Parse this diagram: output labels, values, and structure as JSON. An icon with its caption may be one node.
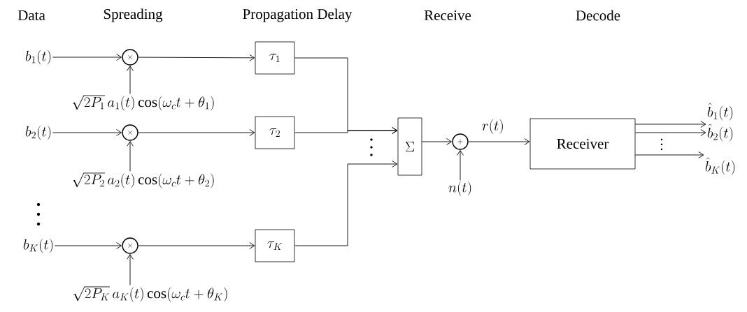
{
  "diagram": {
    "nodes": [
      {
        "text": [
          "b_1(t)"
        ]
      },
      {
        "text": [
          "\\times"
        ]
      },
      {
        "text": [
          "\\sqrt{2P_1}\\,a_1(t)\\cos(\\omega_c t+\\theta_1)"
        ]
      },
      {
        "text": [
          "\\tau_1"
        ]
      },
      {
        "text": [
          "b_2(t)"
        ]
      },
      {
        "text": [
          "\\times"
        ]
      },
      {
        "text": [
          "\\sqrt{2P_2}\\,a_2(t)\\cos(\\omega_c t+\\theta_2)"
        ]
      },
      {
        "text": [
          "\\tau_2"
        ]
      },
      {
        "text": [
          "b_K(t)"
        ]
      },
      {
        "text": [
          "\\times"
        ]
      },
      {
        "text": [
          "\\sqrt{2P_K}\\,a_K(t)\\cos(\\omega_c t+\\theta_K)"
        ]
      },
      {
        "text": [
          "\\tau_K"
        ]
      },
      {
        "text": [
          "\\Sigma"
        ]
      },
      {
        "text": [
          "+"
        ]
      },
      {
        "text": [
          "n(t)"
        ]
      },
      {
        "text": [
          "Receiver"
        ]
      },
      {
        "text": [
          "\\hat{b}_1(t)"
        ]
      },
      {
        "text": [
          "\\hat{b}_2(t)"
        ]
      },
      {
        "text": [
          "\\hat{b}_K(t)"
        ]
      }
    ],
    "edges": [
      {
        "from": 0,
        "to": 1,
        "arrow": "to"
      },
      {
        "from": 2,
        "to": 1,
        "arrow": "to"
      },
      {
        "from": 1,
        "to": 3,
        "arrow": "to"
      },
      {
        "from": 3,
        "to": 12,
        "arrow": "to"
      },
      {
        "from": 4,
        "to": 5,
        "arrow": "to"
      },
      {
        "from": 6,
        "to": 5,
        "arrow": "to"
      },
      {
        "from": 5,
        "to": 7,
        "arrow": "to"
      },
      {
        "from": 7,
        "to": 12,
        "arrow": "to"
      },
      {
        "from": 8,
        "to": 9,
        "arrow": "to"
      },
      {
        "from": 10,
        "to": 9,
        "arrow": "to"
      },
      {
        "from": 9,
        "to": 11,
        "arrow": "to"
      },
      {
        "from": 11,
        "to": 12,
        "arrow": "to"
      },
      {
        "from": 12,
        "to": 13,
        "arrow": "to"
      },
      {
        "from": 14,
        "to": 13,
        "arrow": "to"
      },
      {
        "from": 13,
        "to": 15,
        "arrow": "to",
        "label": "r(t)"
      },
      {
        "from": 15,
        "to": 16,
        "arrow": "to"
      },
      {
        "from": 15,
        "to": 17,
        "arrow": "to"
      },
      {
        "from": 15,
        "to": 18,
        "arrow": "to"
      }
    ],
    "labels": [
      "Data",
      "Spreading",
      "Propagation Delay",
      "Receive",
      "Decode"
    ]
  }
}
